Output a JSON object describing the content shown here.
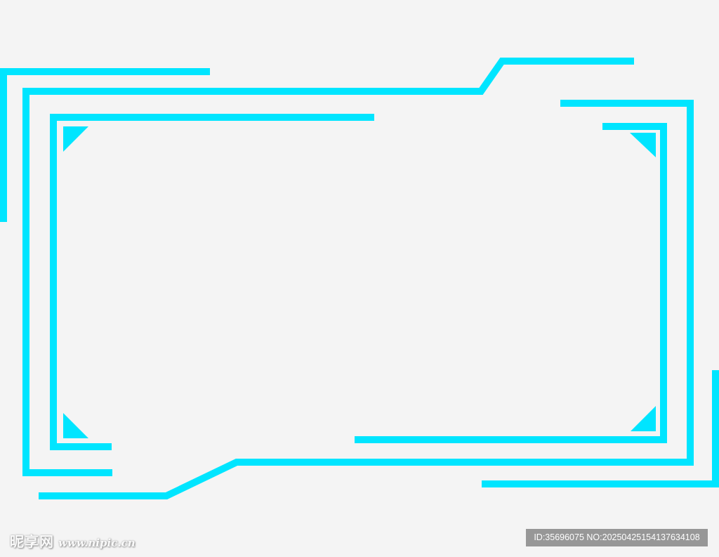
{
  "colors": {
    "background": "#f4f4f4",
    "frame_accent": "#00e5ff"
  },
  "watermark": {
    "logo_text": "昵享网",
    "url_text": "www.nipic.cn",
    "id_text": "ID:35696075 NO:20250425154137634108"
  }
}
